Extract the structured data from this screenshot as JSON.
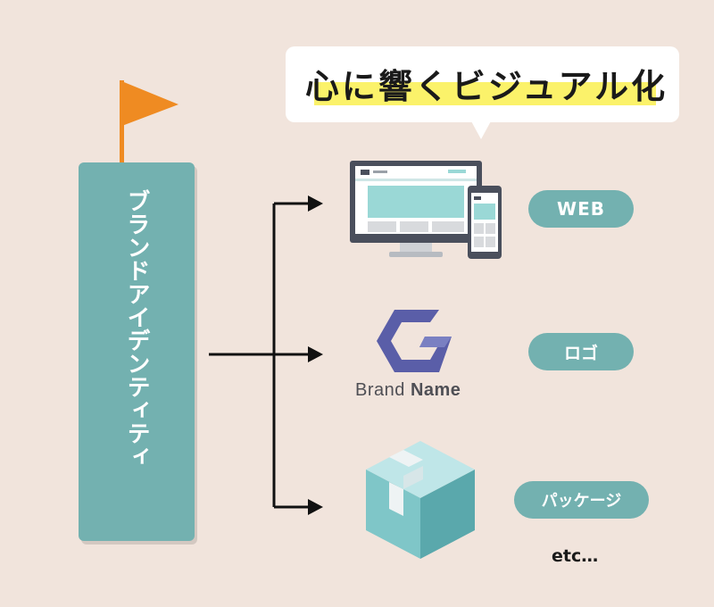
{
  "heading": {
    "text": "心に響くビジュアル化"
  },
  "center_node": {
    "label": "ブランドアイデンティティ"
  },
  "outputs": [
    {
      "label": "WEB",
      "icon": "devices-icon"
    },
    {
      "label": "ロゴ",
      "icon": "brand-logo-icon"
    },
    {
      "label": "パッケージ",
      "icon": "package-box-icon"
    }
  ],
  "logo_illustration": {
    "brand_word": "Brand",
    "name_word": "Name"
  },
  "footer_note": "etc…",
  "colors": {
    "background": "#f1e4dc",
    "teal": "#73b1b0",
    "flag": "#ef8b22",
    "highlight": "#fbf26a",
    "text_dark": "#1a1a1a"
  }
}
